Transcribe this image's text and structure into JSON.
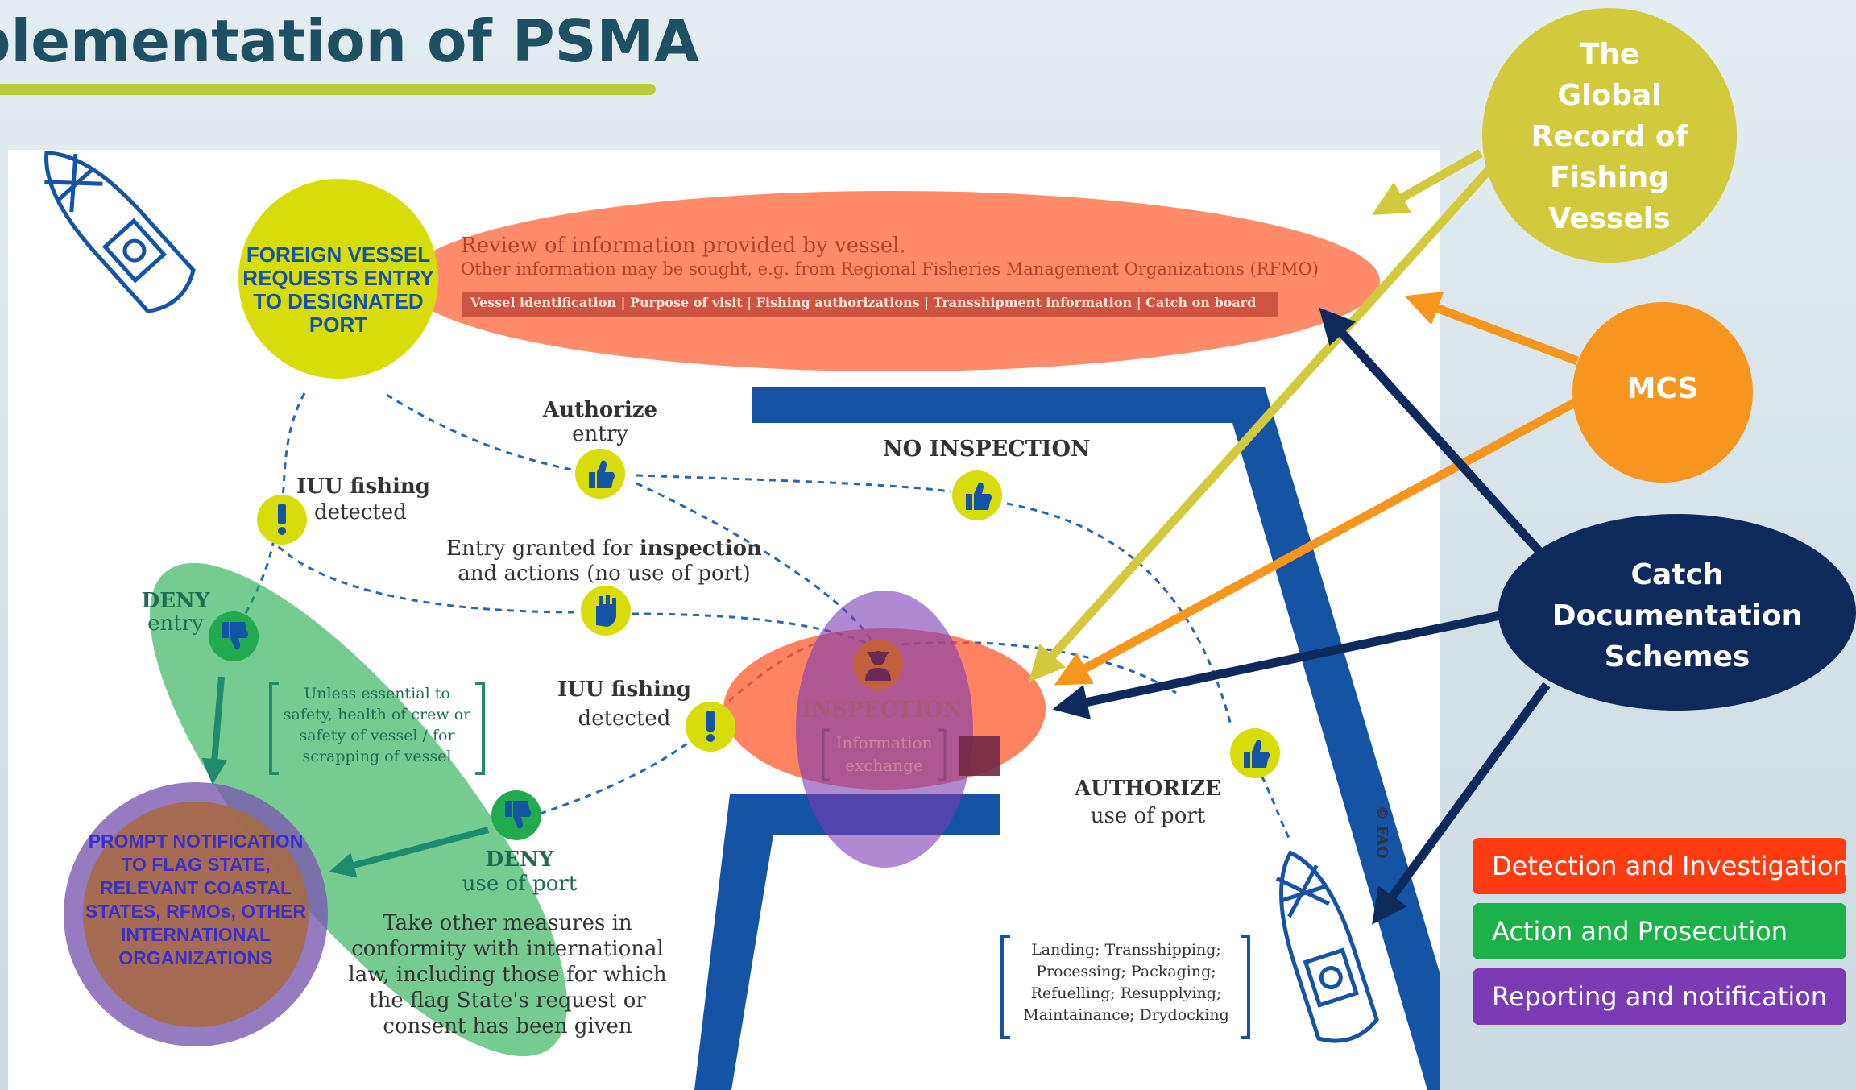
{
  "slide": {
    "title": "plementation of PSMA"
  },
  "diagram": {
    "start_node": "FOREIGN VESSEL REQUESTS ENTRY TO DESIGNATED PORT",
    "review": {
      "line1": "Review of information provided by vessel.",
      "line2": "Other information may be sought, e.g. from Regional Fisheries Management Organizations (RFMO)",
      "items": [
        "Vessel identification",
        "Purpose of visit",
        "Fishing authorizations",
        "Transshipment information",
        "Catch on board"
      ]
    },
    "authorize_entry": {
      "bold": "Authorize",
      "rest": "entry"
    },
    "no_inspection": "NO INSPECTION",
    "iuu_detected_1": {
      "bold": "IUU fishing",
      "rest": "detected"
    },
    "entry_inspection": {
      "pre": "Entry granted for",
      "bold": "inspection",
      "line2": "and actions (no use of port)"
    },
    "deny_entry": {
      "bold": "DENY",
      "rest": "entry"
    },
    "unless_note": "Unless essential to safety, health of crew or safety of vessel / for scrapping of vessel",
    "iuu_detected_2": {
      "bold": "IUU fishing",
      "rest": "detected"
    },
    "inspection": {
      "title": "INSPECTION",
      "sub": "Information exchange"
    },
    "authorize_port": {
      "bold": "AUTHORIZE",
      "rest": "use of port"
    },
    "deny_port": {
      "bold": "DENY",
      "rest": "use of port"
    },
    "measures": "Take other measures in conformity with international law, including those for which the flag State's request or consent has been given",
    "notification": "PROMPT NOTIFICATION TO FLAG STATE, RELEVANT COASTAL STATES, RFMOs, OTHER INTERNATIONAL ORGANIZATIONS",
    "port_uses": "Landing; Transshipping; Processing; Packaging; Refuelling; Resupplying; Maintainance; Drydocking",
    "copyright": "© FAO"
  },
  "tools": {
    "global_record": "The Global Record of Fishing Vessels",
    "mcs": "MCS",
    "cds": "Catch Documentation Schemes"
  },
  "legend": [
    {
      "label": "Detection and Investigation",
      "color": "#ff3b12"
    },
    {
      "label": "Action and Prosecution",
      "color": "#1db249"
    },
    {
      "label": "Reporting and notification",
      "color": "#7a3bb4"
    }
  ],
  "colors": {
    "fao_blue": "#1553a4",
    "yellow_node": "#d8dd0a",
    "global_record": "#d3c93c",
    "mcs": "#f7961e",
    "cds": "#0e2a5c",
    "detection": "#ff5a2b",
    "action": "#22ab4e",
    "reporting": "#8050b8"
  },
  "icons": [
    "ship-icon",
    "thumbs-up-icon",
    "thumbs-down-icon",
    "hand-stop-icon",
    "exclamation-icon",
    "inspector-icon"
  ]
}
